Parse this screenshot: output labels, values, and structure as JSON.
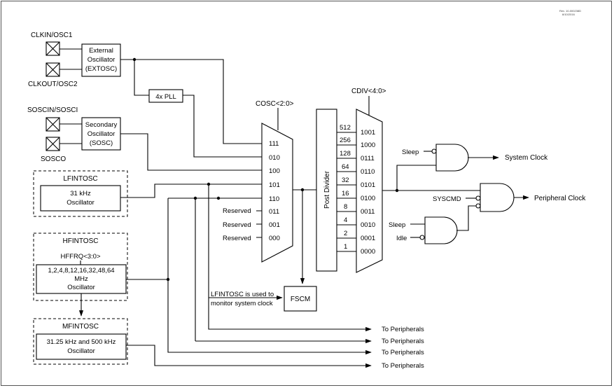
{
  "revision": {
    "line1": "Rev. 10-000238D",
    "line2": "8/10/2016"
  },
  "pins": {
    "clkin": "CLKIN/OSC1",
    "clkout": "CLKOUT/OSC2",
    "sosci": "SOSCIN/SOSCI",
    "soscoLabel": "SOSCO"
  },
  "extosc": {
    "l1": "External",
    "l2": "Oscillator",
    "l3": "(EXTOSC)"
  },
  "sosc": {
    "l1": "Secondary",
    "l2": "Oscillator",
    "l3": "(SOSC)"
  },
  "pll": "4x PLL",
  "lfintosc": {
    "title": "LFINTOSC",
    "l1": "31 kHz",
    "l2": "Oscillator"
  },
  "hfintosc": {
    "title": "HFINTOSC",
    "hffrq": "HFFRQ<3:0>",
    "l1": "1,2,4,8,12,16,32,48,64",
    "l2": "MHz",
    "l3": "Oscillator"
  },
  "mfintosc": {
    "title": "MFINTOSC",
    "l1": "31.25 kHz and 500 kHz",
    "l2": "Oscillator"
  },
  "cosc": {
    "label": "COSC<2:0>",
    "codes": [
      "111",
      "010",
      "100",
      "101",
      "110",
      "011",
      "001",
      "000"
    ],
    "reserved": [
      "Reserved",
      "Reserved",
      "Reserved"
    ]
  },
  "postDivider": "Post Divider",
  "divider": [
    "512",
    "256",
    "128",
    "64",
    "32",
    "16",
    "8",
    "4",
    "2",
    "1"
  ],
  "cdiv": {
    "label": "CDIV<4:0>",
    "codes": [
      "1001",
      "1000",
      "0111",
      "0110",
      "0101",
      "0100",
      "0011",
      "0010",
      "0001",
      "0000"
    ]
  },
  "gates": {
    "sleep1": "Sleep",
    "syscmd": "SYSCMD",
    "sleep2": "Sleep",
    "idle": "Idle"
  },
  "outputs": {
    "system": "System Clock",
    "peripheral": "Peripheral Clock"
  },
  "fscm": {
    "label": "FSCM",
    "note1": "LFINTOSC is used to",
    "note2": "monitor system clock"
  },
  "toPeripherals": [
    "To Peripherals",
    "To Peripherals",
    "To Peripherals",
    "To Peripherals"
  ]
}
